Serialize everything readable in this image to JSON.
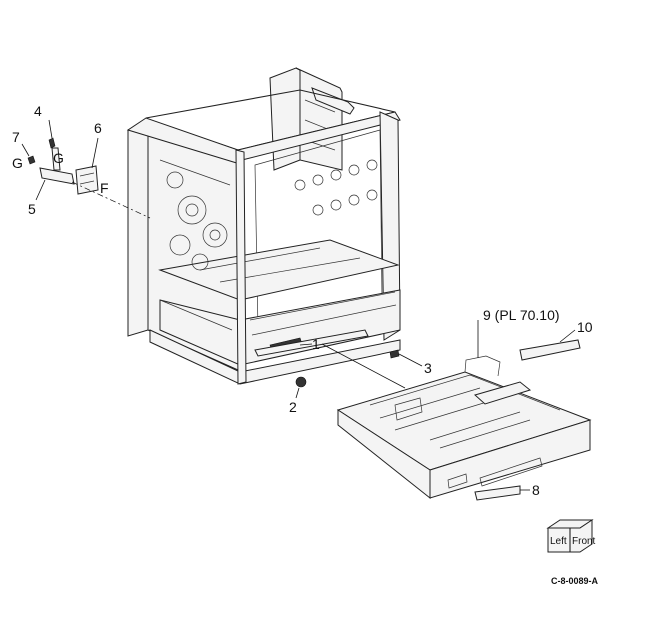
{
  "callouts": {
    "c1": "1",
    "c2": "2",
    "c3": "3",
    "c4": "4",
    "c5": "5",
    "c6": "6",
    "c7": "7",
    "c8": "8",
    "c9": "9 (PL 70.10)",
    "c10": "10",
    "gLeft": "G",
    "gBracket": "G",
    "f": "F"
  },
  "orientation": {
    "left": "Left",
    "front": "Front"
  },
  "figure_code": "C-8-0089-A"
}
